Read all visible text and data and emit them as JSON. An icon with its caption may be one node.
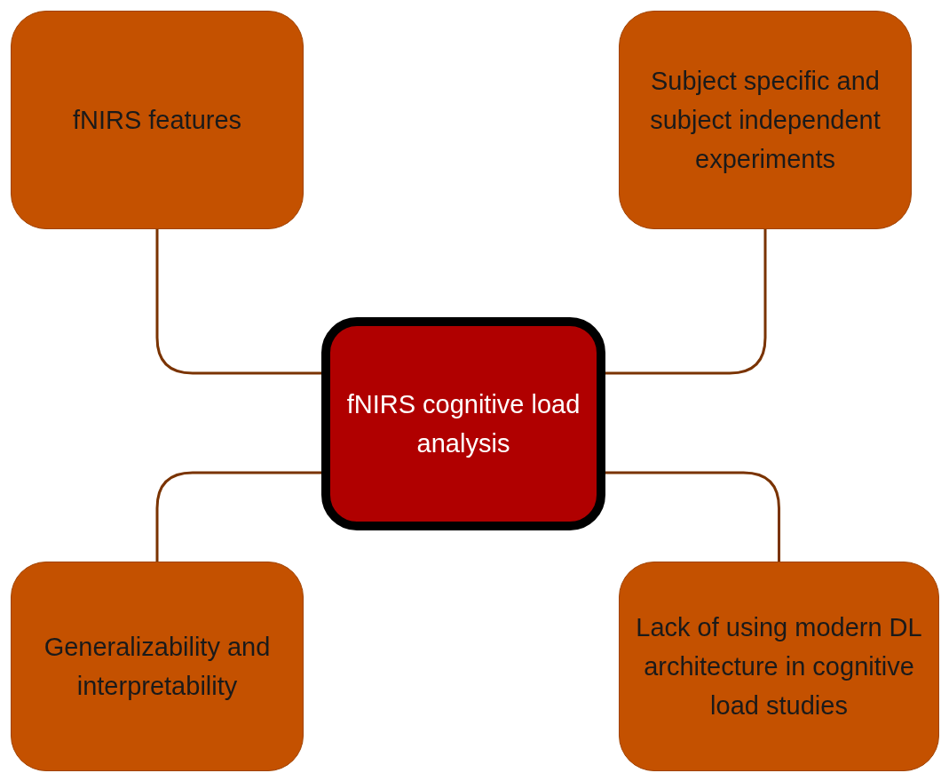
{
  "diagram": {
    "nodes": [
      {
        "text": [
          "fNIRS features"
        ]
      },
      {
        "text": [
          "Subject specific and subject independent experiments"
        ]
      },
      {
        "text": [
          "fNIRS cognitive load analysis"
        ]
      },
      {
        "text": [
          "Generalizability and interpretability"
        ]
      },
      {
        "text": [
          "Lack of using modern DL architecture in cognitive load studies"
        ]
      }
    ],
    "edges": [
      {
        "from": 2,
        "to": 0,
        "arrow": "none"
      },
      {
        "from": 2,
        "to": 1,
        "arrow": "none"
      },
      {
        "from": 2,
        "to": 3,
        "arrow": "none"
      },
      {
        "from": 2,
        "to": 4,
        "arrow": "none"
      }
    ]
  }
}
